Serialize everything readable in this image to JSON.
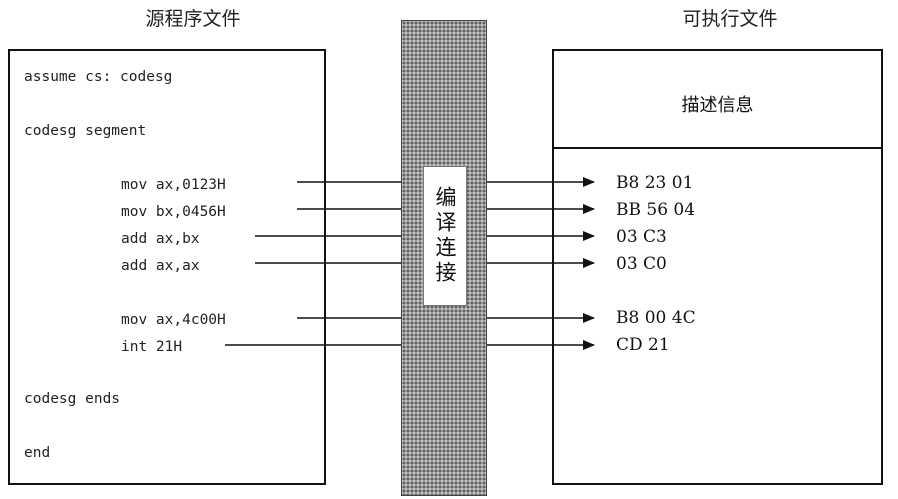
{
  "source": {
    "title": "源程序文件",
    "lines": {
      "assume": "assume cs: codesg",
      "segment": "codesg segment",
      "ins1": "mov ax,0123H",
      "ins2": "mov bx,0456H",
      "ins3": "add ax,bx",
      "ins4": "add ax,ax",
      "ins5": "mov ax,4c00H",
      "ins6": "int 21H",
      "ends": "codesg ends",
      "end": "end"
    }
  },
  "compile": {
    "label": "编译连接"
  },
  "executable": {
    "title": "可执行文件",
    "header_label": "描述信息",
    "machine_code": {
      "c1": "B8 23 01",
      "c2": "BB 56 04",
      "c3": "03 C3",
      "c4": "03 C0",
      "c5": "B8 00 4C",
      "c6": "CD 21"
    }
  },
  "colors": {
    "stroke": "#111111",
    "stripe": "#9a9a9a"
  }
}
